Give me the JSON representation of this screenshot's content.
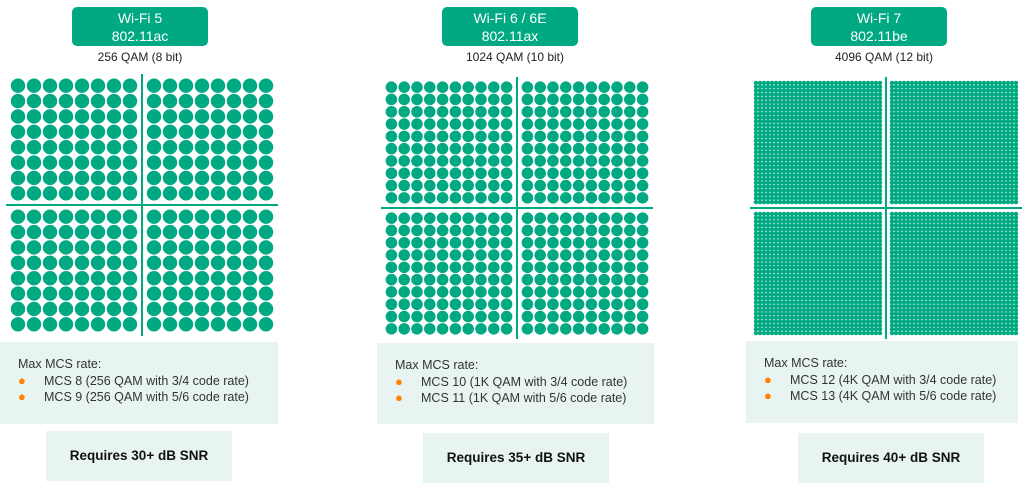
{
  "colors": {
    "accent": "#01A982",
    "panel": "#E8F4F1",
    "bullet": "#FF8300"
  },
  "standards": [
    {
      "name": "Wi-Fi 5",
      "ieee": "802.11ac",
      "modulation": "256 QAM (8 bit)",
      "constellation_points": 256,
      "grid_per_quadrant": 8,
      "mcs_title": "Max MCS rate:",
      "mcs_items": [
        "MCS 8 (256 QAM with 3/4 code rate)",
        "MCS 9 (256 QAM with 5/6 code rate)"
      ],
      "snr": "Requires 30+ dB SNR"
    },
    {
      "name": "Wi-Fi 6 / 6E",
      "ieee": "802.11ax",
      "modulation": "1024 QAM (10 bit)",
      "constellation_points": 1024,
      "grid_per_quadrant": 10,
      "mcs_title": "Max MCS rate:",
      "mcs_items": [
        "MCS 10 (1K QAM with 3/4 code rate)",
        "MCS 11 (1K QAM with 5/6 code rate)"
      ],
      "snr": "Requires 35+ dB SNR"
    },
    {
      "name": "Wi-Fi 7",
      "ieee": "802.11be",
      "modulation": "4096 QAM (12 bit)",
      "constellation_points": 4096,
      "grid_per_quadrant": 32,
      "mcs_title": "Max MCS rate:",
      "mcs_items": [
        "MCS 12 (4K QAM with 3/4 code rate)",
        "MCS 13 (4K QAM with 5/6 code rate)"
      ],
      "snr": "Requires 40+ dB SNR"
    }
  ]
}
